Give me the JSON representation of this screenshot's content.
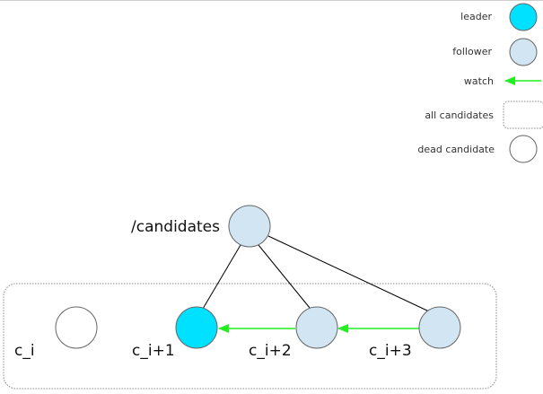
{
  "legend": {
    "leader": "leader",
    "follower": "follower",
    "watch": "watch",
    "all_candidates": "all candidates",
    "dead_candidate": "dead candidate"
  },
  "nodes": {
    "root": "/candidates",
    "c_i": "c_i",
    "c_i1": "c_i+1",
    "c_i2": "c_i+2",
    "c_i3": "c_i+3"
  },
  "colors": {
    "leader": "#00e0ff",
    "follower": "#d1e5f2",
    "watch": "#22ee22",
    "stroke": "#666666"
  }
}
